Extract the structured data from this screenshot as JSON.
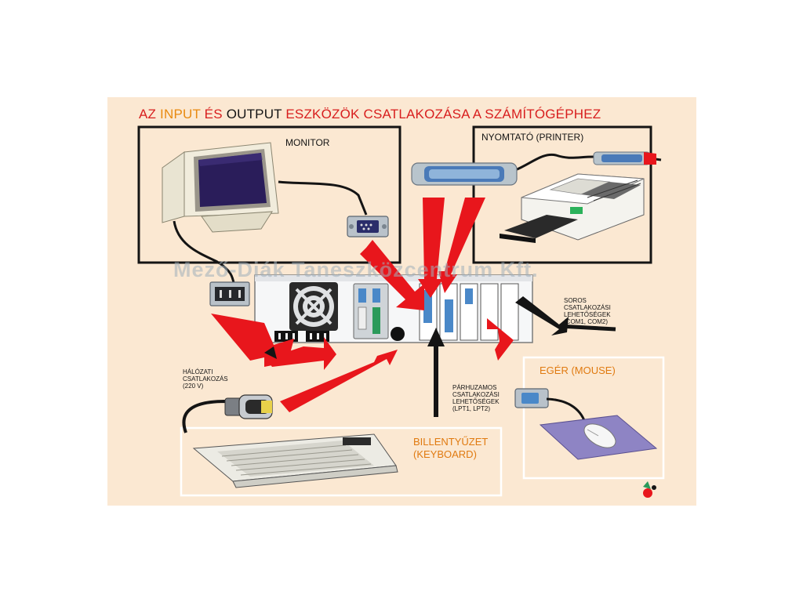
{
  "title": {
    "part1": "AZ ",
    "part2": "INPUT",
    "part3": " ÉS ",
    "part4": "OUTPUT",
    "part5": " ESZKÖZÖK CSATLAKOZÁSA A SZÁMÍTÓGÉPHEZ"
  },
  "labels": {
    "monitor": "MONITOR",
    "printer": "NYOMTATÓ (PRINTER)",
    "serial": "SOROS CSATLAKOZÁSI LEHETŐSÉGEK (COM1, COM2)",
    "power": "HÁLÓZATI CSATLAKOZÁS (220 V)",
    "mouse": "EGÉR (MOUSE)",
    "parallel": "PÁRHUZAMOS CSATLAKOZÁSI LEHETŐSÉGEK (LPT1, LPT2)",
    "keyboard_line1": "BILLENTYŰZET",
    "keyboard_line2": "(KEYBOARD)"
  },
  "watermark": "Mező-Diák Taneszközcentrum Kft.",
  "colors": {
    "background": "#fbe8d2",
    "arrow_red": "#e8161c",
    "title_red": "#d81e1e",
    "title_orange": "#e88a10",
    "label_orange": "#e07a10",
    "mousepad": "#8e84c4"
  }
}
